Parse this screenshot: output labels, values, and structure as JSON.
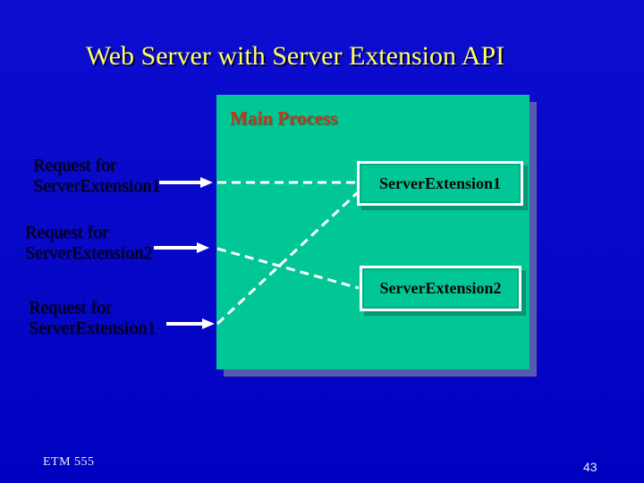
{
  "slide": {
    "title": "Web Server with Server Extension API",
    "footer_left": "ETM 555",
    "page_number": "43"
  },
  "process": {
    "title": "Main Process",
    "boxes": [
      {
        "label": "ServerExtension1"
      },
      {
        "label": "ServerExtension2"
      }
    ]
  },
  "requests": [
    {
      "line1": "Request for",
      "line2": "ServerExtension1"
    },
    {
      "line1": "Request for",
      "line2": "ServerExtension2"
    },
    {
      "line1": "Request for",
      "line2": "ServerExtension1"
    }
  ],
  "colors": {
    "background_blue": "#0707c8",
    "title_text": "#ffff66",
    "process_fill": "#00c795",
    "process_shadow": "#5959ae",
    "process_title_text": "#c23a1a",
    "box_border": "#ffffff",
    "box_text": "#050505",
    "label_text": "#000006",
    "connector": "#ffffff",
    "footer_text": "#efefef"
  }
}
